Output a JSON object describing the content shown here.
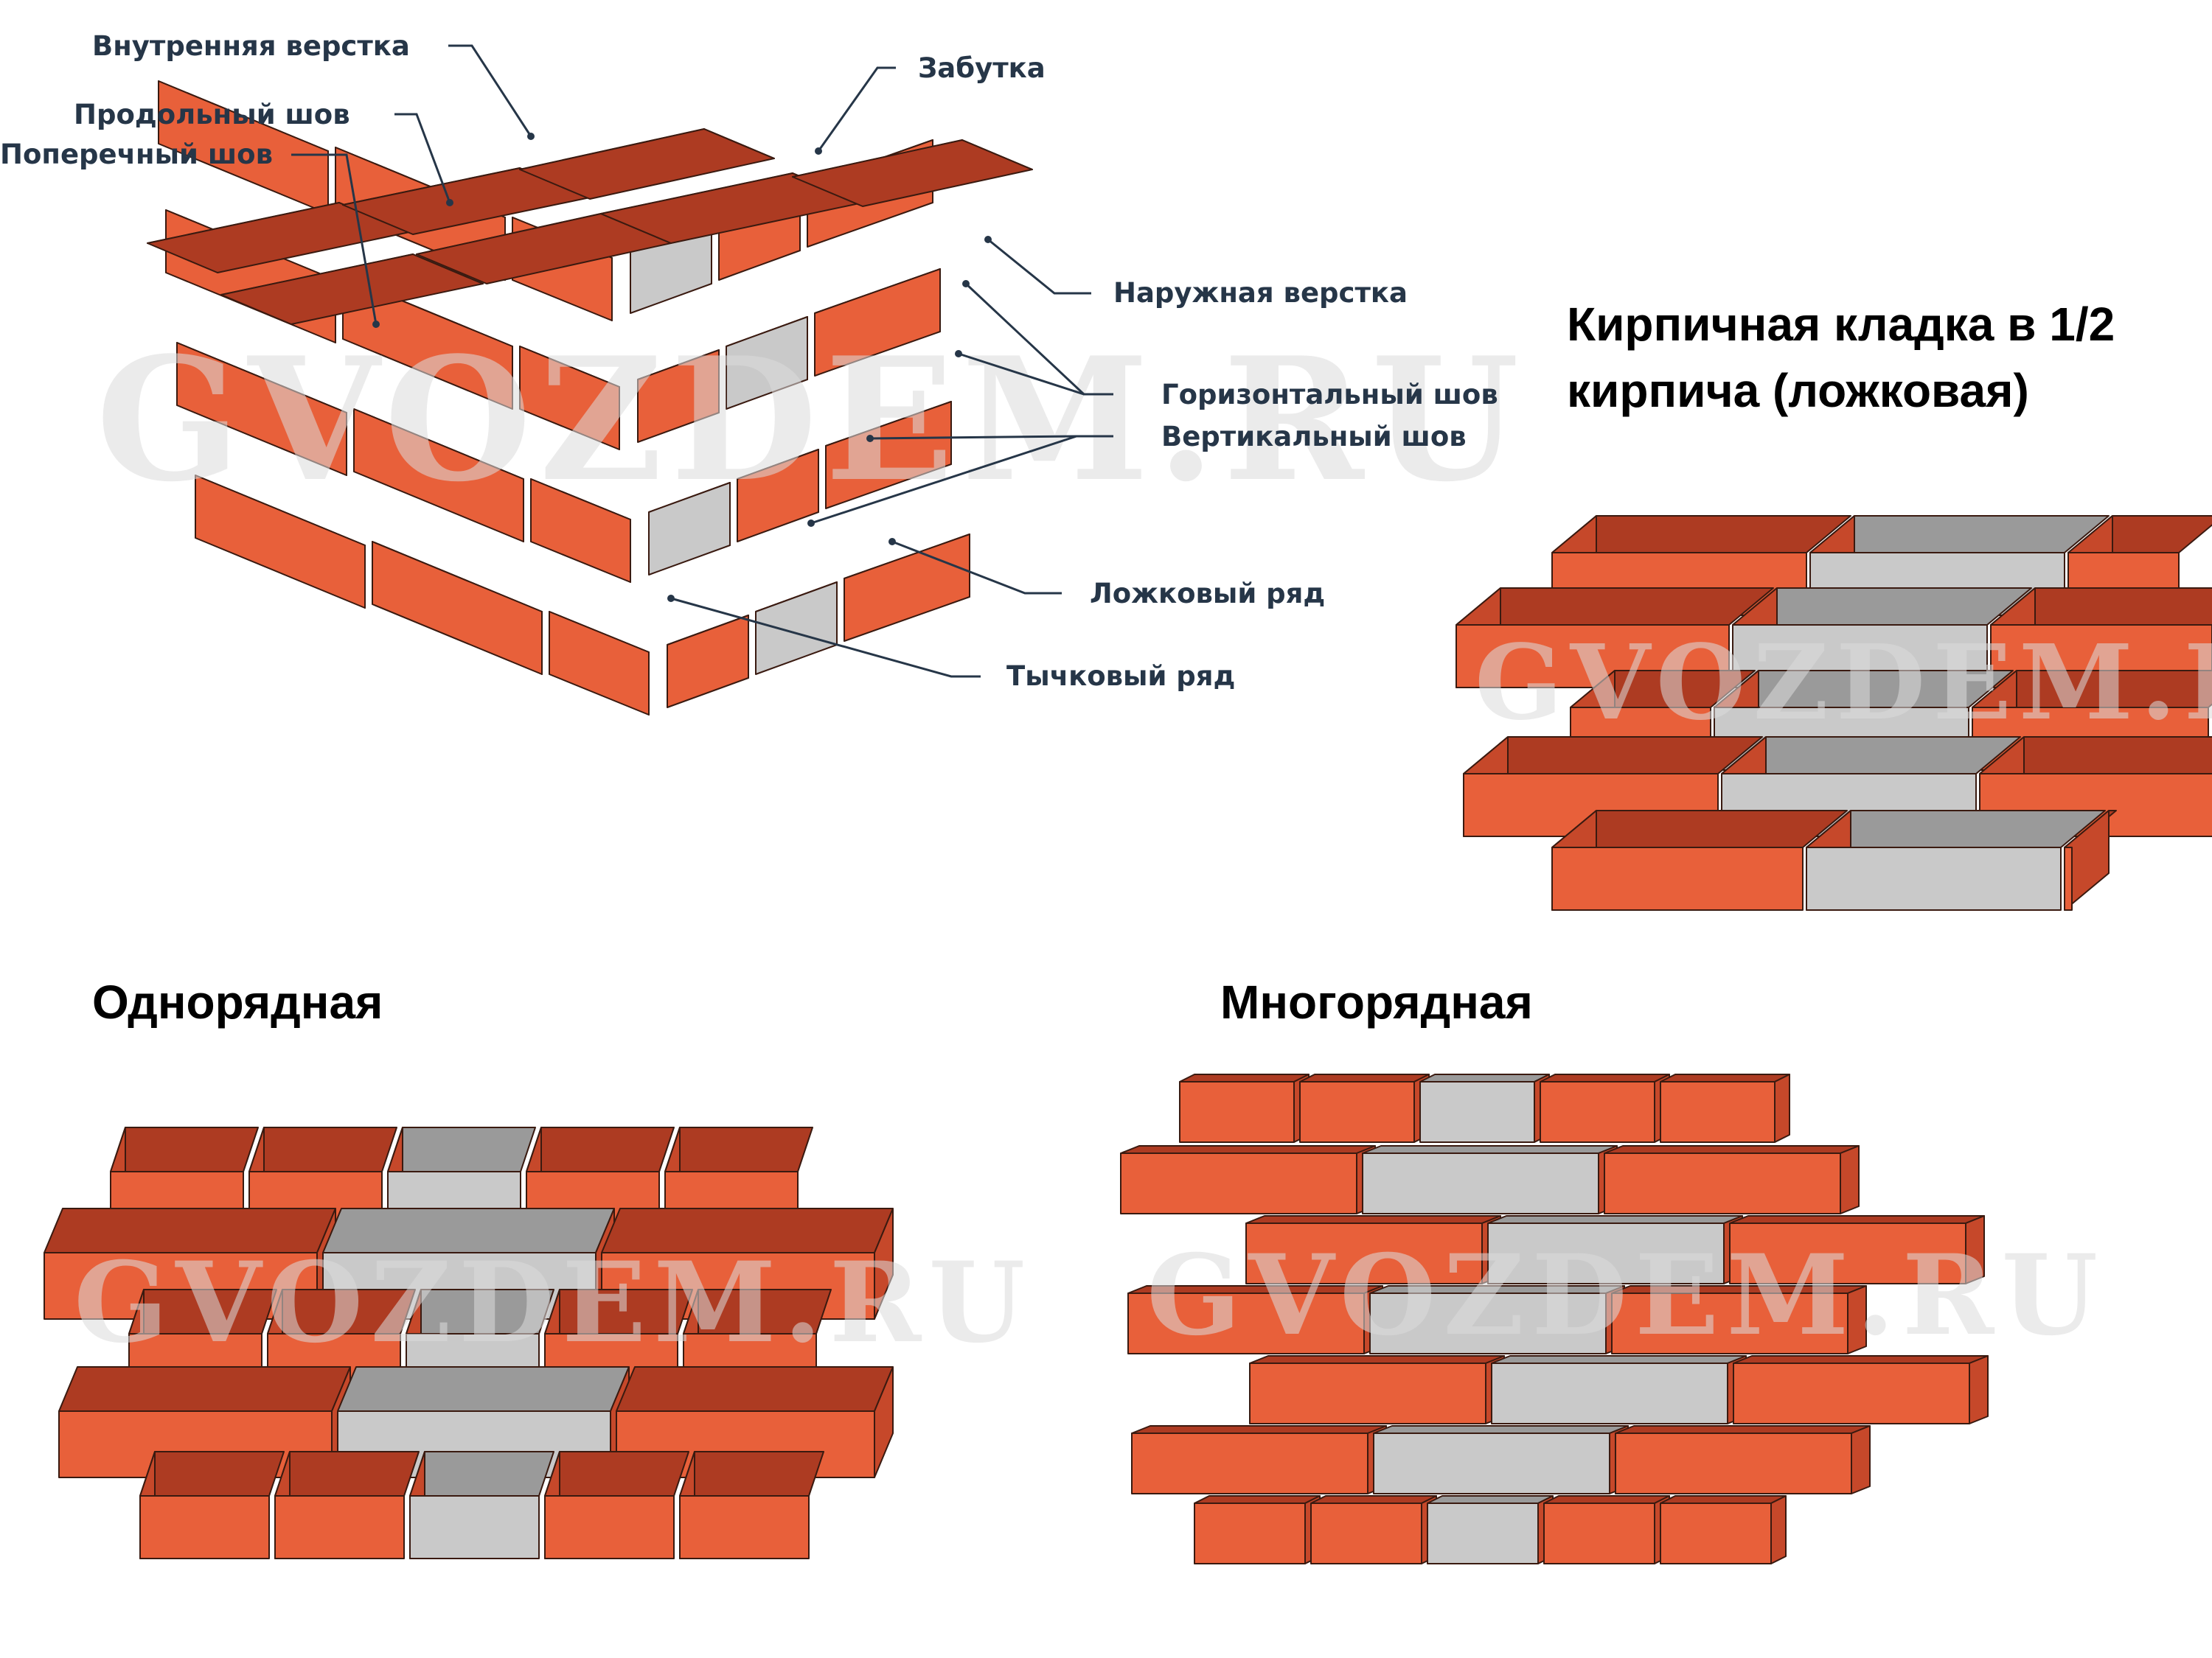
{
  "colors": {
    "brick_front": "#e8603a",
    "brick_top": "#ad3b22",
    "brick_side": "#c6482a",
    "gray_front": "#c9c9c9",
    "gray_top": "#9a9a9a",
    "edge": "#3a1a10",
    "label_text": "#263648",
    "title_text": "#000000"
  },
  "watermark": "GVOZDEM.RU",
  "main_diagram": {
    "labels": [
      "Внутренняя верстка",
      "Продольный шов",
      "Поперечный шов",
      "Забутка",
      "Наружная верстка",
      "Горизонтальный шов",
      "Вертикальный шов",
      "Ложковый ряд",
      "Тычковый ряд"
    ]
  },
  "half_brick": {
    "title_line1": "Кирпичная кладка в 1/2",
    "title_line2": "кирпича (ложковая)"
  },
  "single_row": {
    "title": "Однорядная"
  },
  "multi_row": {
    "title": "Многорядная"
  }
}
